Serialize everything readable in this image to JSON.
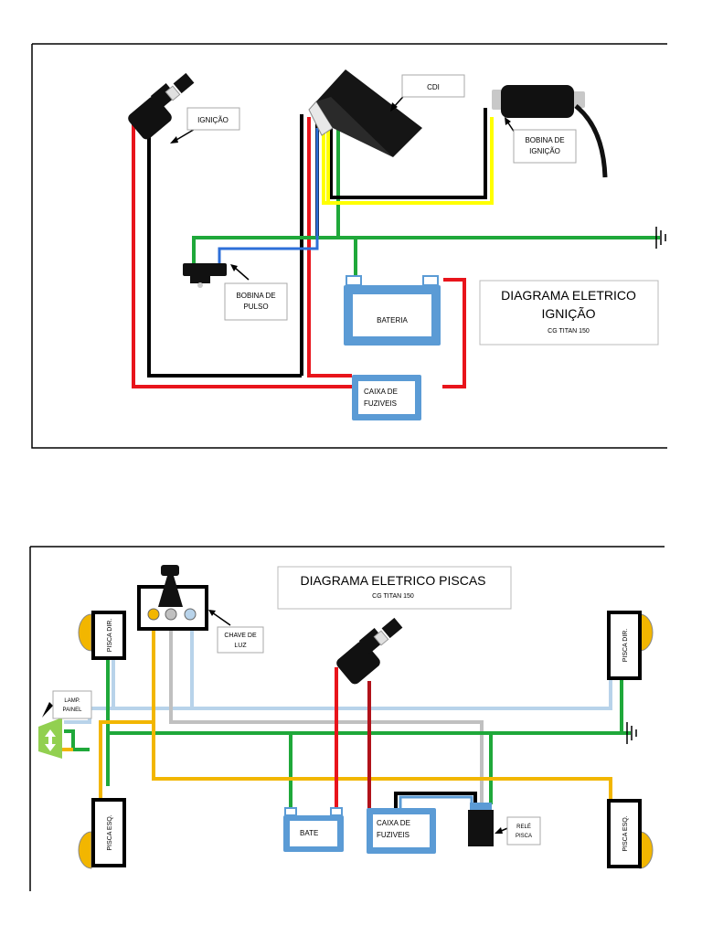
{
  "ignition": {
    "title_line1": "DIAGRAMA ELETRICO",
    "title_line2": "IGNIÇÃO",
    "subtitle": "CG TITAN 150",
    "labels": {
      "ignicao": "IGNIÇÃO",
      "cdi": "CDI",
      "bobina_ignicao_1": "BOBINA DE",
      "bobina_ignicao_2": "IGNIÇÃO",
      "bobina_pulso_1": "BOBINA DE",
      "bobina_pulso_2": "PULSO",
      "bateria": "BATERIA",
      "caixa_1": "CAIXA DE",
      "caixa_2": "FUZIVEIS"
    }
  },
  "piscas": {
    "title": "DIAGRAMA ELETRICO PISCAS",
    "subtitle": "CG TITAN 150",
    "labels": {
      "chave_1": "CHAVE DE",
      "chave_2": "LUZ",
      "lamp_1": "LAMP.",
      "lamp_2": "PAINEL",
      "pisca_dir_left": "PISCA DIR.",
      "pisca_dir_right": "PISCA DIR.",
      "pisca_esq_left": "PISCA ESQ.",
      "pisca_esq_right": "PISCA ESQ.",
      "bate": "BATE",
      "caixa_1": "CAIXA DE",
      "caixa_2": "FUZIVEIS",
      "rele_1": "RELÉ",
      "rele_2": "PISCA"
    }
  },
  "colors": {
    "red": "#e8141b",
    "green": "#1fa83a",
    "yellow": "#ffff00",
    "blue": "#2e6fd8",
    "light_blue": "#b8d3ea",
    "gray": "#c0c0c0",
    "orange": "#f2b600",
    "box_blue": "#5b9bd5",
    "black": "#000000"
  }
}
